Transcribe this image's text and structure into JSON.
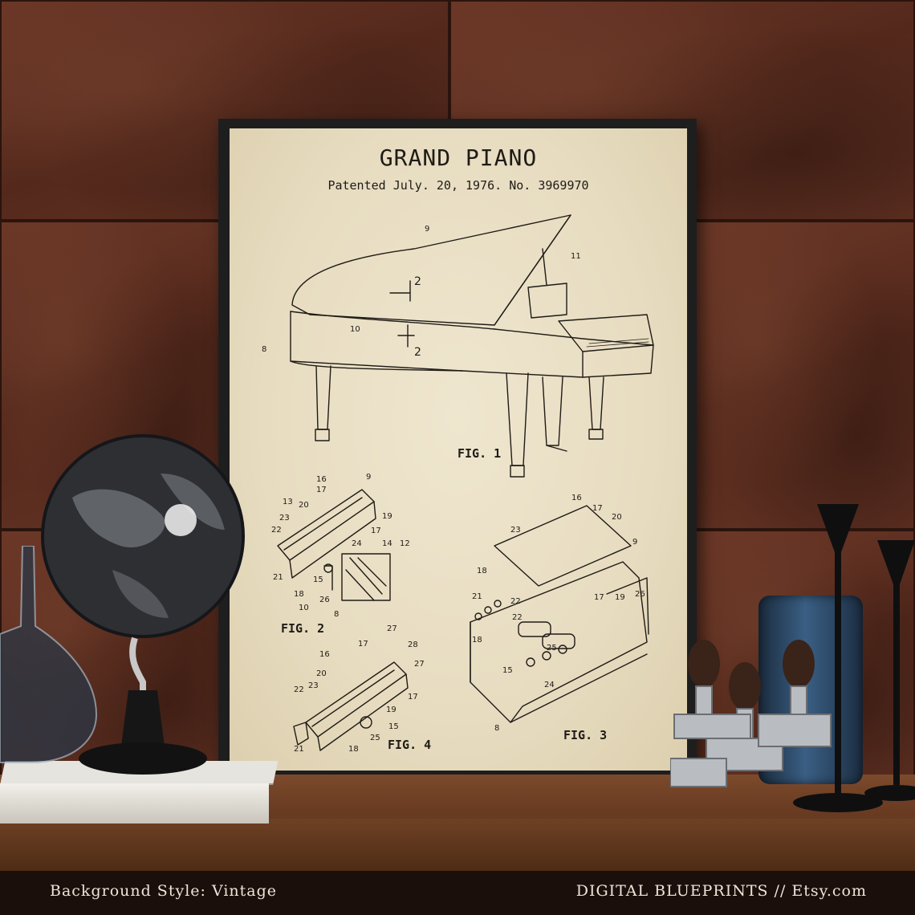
{
  "poster": {
    "title": "GRAND PIANO",
    "subtitle": "Patented July. 20, 1976.  No. 3969970",
    "figures": [
      "FIG. 1",
      "FIG. 2",
      "FIG. 3",
      "FIG. 4"
    ]
  },
  "footer": {
    "left": "Background Style: Vintage",
    "right": "DIGITAL BLUEPRINTS // Etsy.com"
  },
  "colors": {
    "wall": "#5e3022",
    "paper": "#e9dfc4",
    "frame": "#1e1e1e",
    "ink": "#1f1b16",
    "shelf": "#6a3c22"
  }
}
